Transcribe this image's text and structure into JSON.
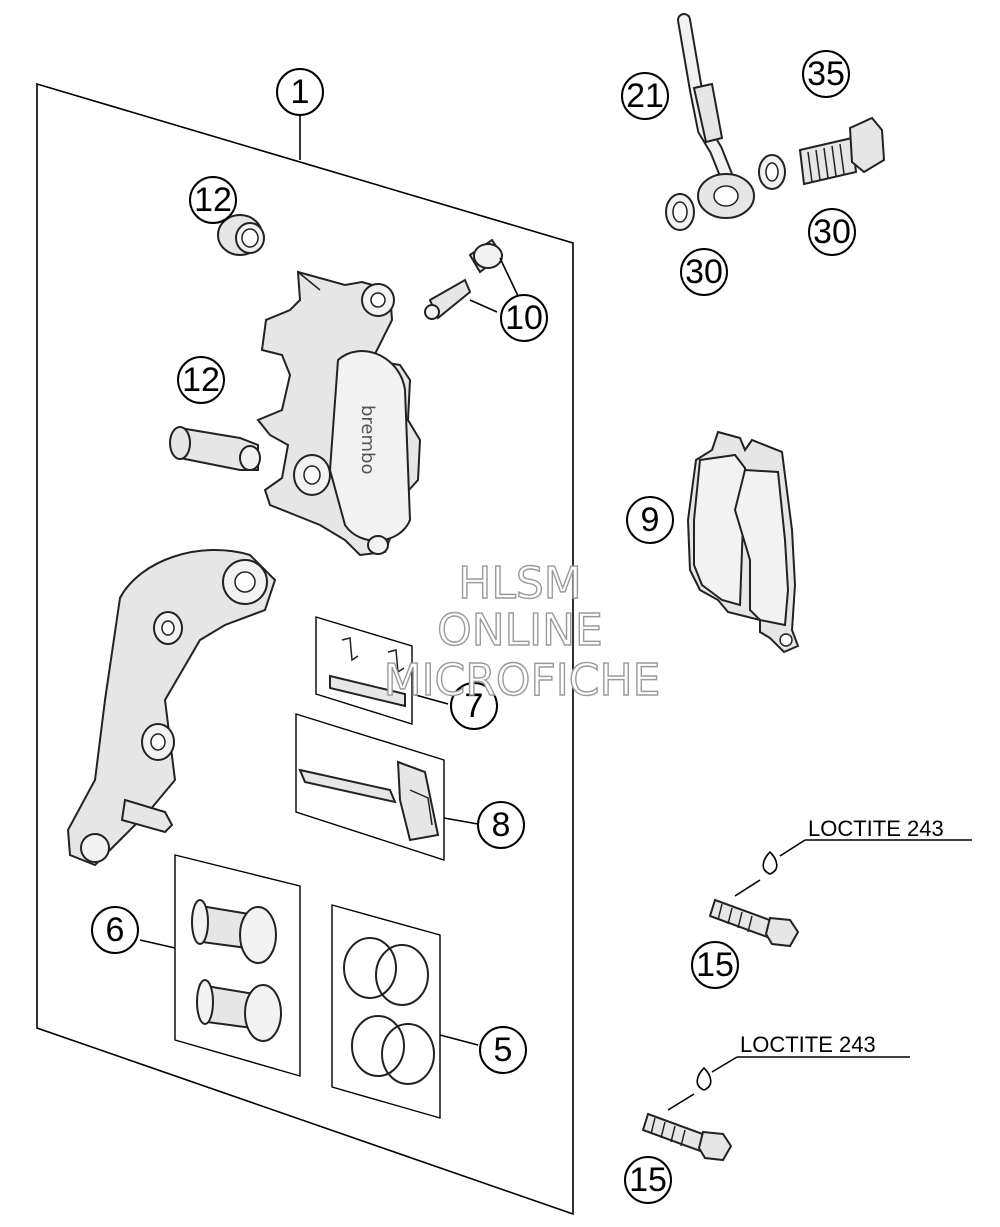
{
  "callouts": {
    "c1": "1",
    "c5": "5",
    "c6": "6",
    "c7": "7",
    "c8": "8",
    "c9": "9",
    "c10": "10",
    "c12a": "12",
    "c12b": "12",
    "c15a": "15",
    "c15b": "15",
    "c21": "21",
    "c30a": "30",
    "c30b": "30",
    "c35": "35"
  },
  "notes": {
    "loctite_upper": "LOCTITE 243",
    "loctite_lower": "LOCTITE 243"
  },
  "watermark": {
    "line1": "HLSM",
    "line2": "ONLINE",
    "line3": "MICROFICHE"
  },
  "caliper_branding": "brembo"
}
